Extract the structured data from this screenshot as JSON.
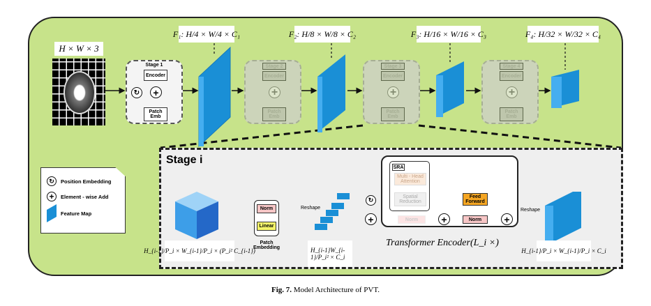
{
  "input_label": "H × W × 3",
  "stages": [
    {
      "title": "Stage 1",
      "encoder": "Encoder",
      "patch": "Patch Emb",
      "active": true
    },
    {
      "title": "Stage 2",
      "encoder": "Encoder",
      "patch": "Patch Emb",
      "active": false
    },
    {
      "title": "Stage 3",
      "encoder": "Encoder",
      "patch": "Patch Emb",
      "active": false
    },
    {
      "title": "Stage 4",
      "encoder": "Encoder",
      "patch": "Patch Emb",
      "active": false
    }
  ],
  "features": [
    "F₁: H/4 × W/4 × C₁",
    "F₂: H/8 × W/8 × C₂",
    "F₃: H/16 × W/16 × C₃",
    "F₄: H/32 × W/32 × C₄"
  ],
  "legend": {
    "items": [
      "Position Embedding",
      "Element - wise Add",
      "Feature Map"
    ]
  },
  "stage_i": {
    "title": "Stage i",
    "input_shape": "H_{i-1}/P_i × W_{i-1}/P_i × (P_i² C_{i-1})",
    "norm": "Norm",
    "linear": "Linear",
    "patch_embedding": "Patch Embedding",
    "reshape": "Reshape",
    "seq_shape": "H_{i-1}W_{i-1}/P_i² × C_i",
    "sra": "SRA",
    "mha": "Multi - Head Attention",
    "spatial_reduction": "Spatial Reduction",
    "norm1": "Norm",
    "norm2": "Norm",
    "feed_forward": "Feed Forward",
    "encoder_label": "Transformer Encoder(L_i ×)",
    "reshape2": "Reshape",
    "output_shape": "H_{i-1}/P_i × W_{i-1}/P_i × C_i"
  },
  "caption": {
    "label": "Fig. 7.",
    "text": "Model Architecture of PVT."
  },
  "colors": {
    "panel": "#c7e38a",
    "feature_map": "#1a8fd6",
    "norm": "#f7c6c6",
    "linear": "#f5f56a",
    "feed_forward": "#f5a623"
  }
}
